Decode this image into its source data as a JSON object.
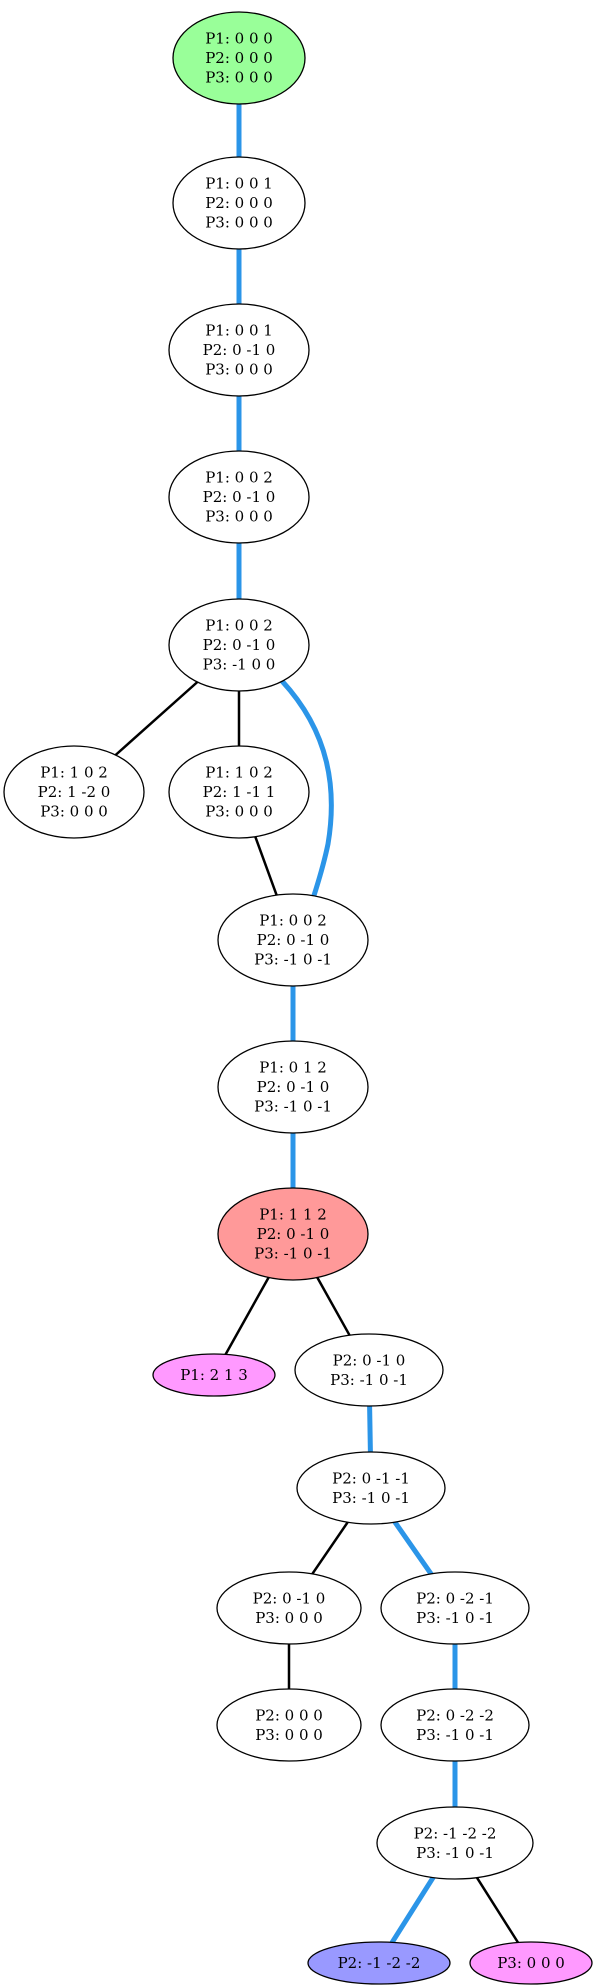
{
  "colors": {
    "start_fill": "#99ff99",
    "highlight_fill": "#ff9999",
    "leaf_magenta_fill": "#ff99ff",
    "leaf_blue_fill": "#9999ff",
    "default_fill": "#ffffff",
    "path_edge": "#2b95e8",
    "plain_edge": "#000000"
  },
  "nodes": [
    {
      "id": "n0",
      "name": "node-start",
      "fill": "start",
      "lines": [
        "P1: 0 0 0",
        "P2: 0 0 0",
        "P3: 0 0 0"
      ]
    },
    {
      "id": "n1",
      "name": "node-1",
      "fill": "default",
      "lines": [
        "P1: 0 0 1",
        "P2: 0 0 0",
        "P3: 0 0 0"
      ]
    },
    {
      "id": "n2",
      "name": "node-2",
      "fill": "default",
      "lines": [
        "P1: 0 0 1",
        "P2: 0 -1 0",
        "P3: 0 0 0"
      ]
    },
    {
      "id": "n3",
      "name": "node-3",
      "fill": "default",
      "lines": [
        "P1: 0 0 2",
        "P2: 0 -1 0",
        "P3: 0 0 0"
      ]
    },
    {
      "id": "n4",
      "name": "node-4",
      "fill": "default",
      "lines": [
        "P1: 0 0 2",
        "P2: 0 -1 0",
        "P3: -1 0 0"
      ]
    },
    {
      "id": "n5",
      "name": "node-5",
      "fill": "default",
      "lines": [
        "P1: 1 0 2",
        "P2: 1 -2 0",
        "P3: 0 0 0"
      ]
    },
    {
      "id": "n6",
      "name": "node-6",
      "fill": "default",
      "lines": [
        "P1: 1 0 2",
        "P2: 1 -1 1",
        "P3: 0 0 0"
      ]
    },
    {
      "id": "n7",
      "name": "node-7",
      "fill": "default",
      "lines": [
        "P1: 0 0 2",
        "P2: 0 -1 0",
        "P3: -1 0 -1"
      ]
    },
    {
      "id": "n8",
      "name": "node-8",
      "fill": "default",
      "lines": [
        "P1: 0 1 2",
        "P2: 0 -1 0",
        "P3: -1 0 -1"
      ]
    },
    {
      "id": "n9",
      "name": "node-highlight",
      "fill": "highlight",
      "lines": [
        "P1: 1 1 2",
        "P2: 0 -1 0",
        "P3: -1 0 -1"
      ]
    },
    {
      "id": "n10",
      "name": "node-leaf-p1",
      "fill": "magenta",
      "lines": [
        "P1: 2 1 3"
      ]
    },
    {
      "id": "n11",
      "name": "node-11",
      "fill": "default",
      "lines": [
        "P2: 0 -1 0",
        "P3: -1 0 -1"
      ]
    },
    {
      "id": "n12",
      "name": "node-12",
      "fill": "default",
      "lines": [
        "P2: 0 -1 -1",
        "P3: -1 0 -1"
      ]
    },
    {
      "id": "n13",
      "name": "node-13",
      "fill": "default",
      "lines": [
        "P2: 0 -1 0",
        "P3: 0 0 0"
      ]
    },
    {
      "id": "n14",
      "name": "node-14",
      "fill": "default",
      "lines": [
        "P2: 0 -2 -1",
        "P3: -1 0 -1"
      ]
    },
    {
      "id": "n15",
      "name": "node-15",
      "fill": "default",
      "lines": [
        "P2: 0 0 0",
        "P3: 0 0 0"
      ]
    },
    {
      "id": "n16",
      "name": "node-16",
      "fill": "default",
      "lines": [
        "P2: 0 -2 -2",
        "P3: -1 0 -1"
      ]
    },
    {
      "id": "n17",
      "name": "node-17",
      "fill": "default",
      "lines": [
        "P2: -1 -2 -2",
        "P3: -1 0 -1"
      ]
    },
    {
      "id": "n18",
      "name": "node-leaf-p2",
      "fill": "blue",
      "lines": [
        "P2: -1 -2 -2"
      ]
    },
    {
      "id": "n19",
      "name": "node-leaf-p3",
      "fill": "magenta",
      "lines": [
        "P3: 0 0 0"
      ]
    }
  ],
  "edges": [
    {
      "from": "n0",
      "to": "n1",
      "kind": "path"
    },
    {
      "from": "n1",
      "to": "n2",
      "kind": "path"
    },
    {
      "from": "n2",
      "to": "n3",
      "kind": "path"
    },
    {
      "from": "n3",
      "to": "n4",
      "kind": "path"
    },
    {
      "from": "n4",
      "to": "n5",
      "kind": "plain"
    },
    {
      "from": "n4",
      "to": "n6",
      "kind": "plain"
    },
    {
      "from": "n4",
      "to": "n7",
      "kind": "path"
    },
    {
      "from": "n6",
      "to": "n7",
      "kind": "plain"
    },
    {
      "from": "n7",
      "to": "n8",
      "kind": "path"
    },
    {
      "from": "n8",
      "to": "n9",
      "kind": "path"
    },
    {
      "from": "n9",
      "to": "n10",
      "kind": "plain"
    },
    {
      "from": "n9",
      "to": "n11",
      "kind": "plain"
    },
    {
      "from": "n11",
      "to": "n12",
      "kind": "path"
    },
    {
      "from": "n12",
      "to": "n13",
      "kind": "plain"
    },
    {
      "from": "n12",
      "to": "n14",
      "kind": "path"
    },
    {
      "from": "n13",
      "to": "n15",
      "kind": "plain"
    },
    {
      "from": "n14",
      "to": "n16",
      "kind": "path"
    },
    {
      "from": "n16",
      "to": "n17",
      "kind": "path"
    },
    {
      "from": "n17",
      "to": "n18",
      "kind": "path"
    },
    {
      "from": "n17",
      "to": "n19",
      "kind": "plain"
    }
  ]
}
